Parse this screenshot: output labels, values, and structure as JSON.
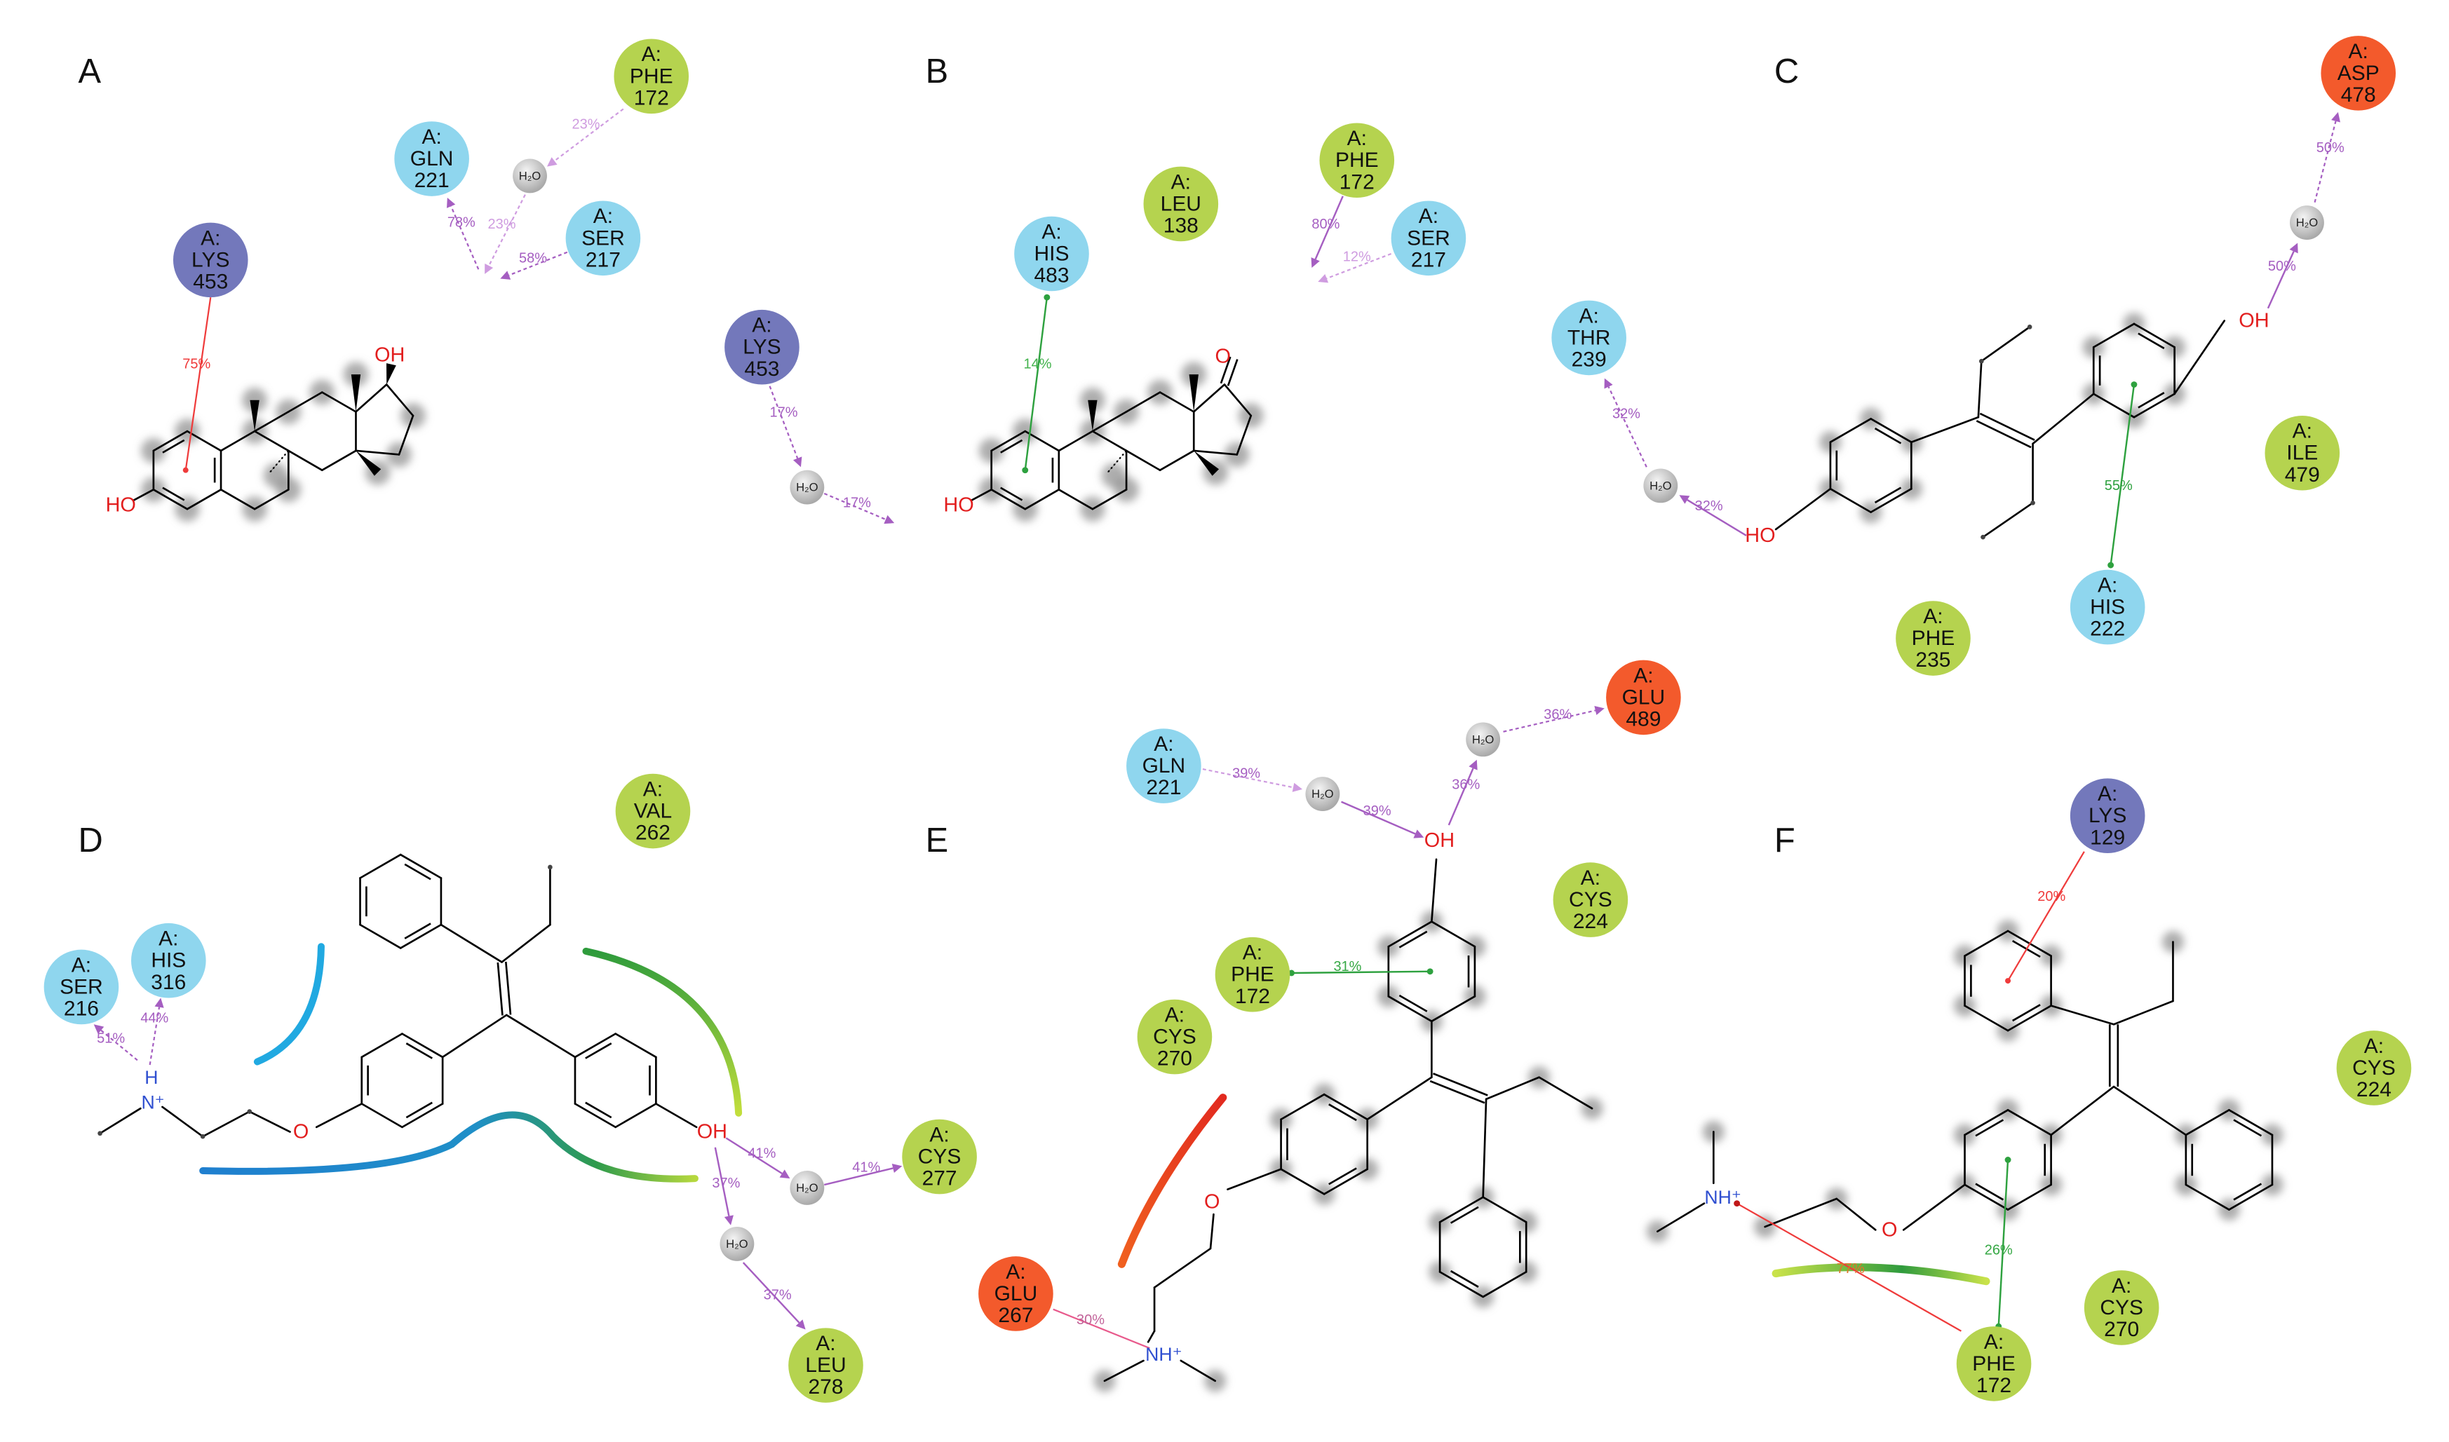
{
  "colors": {
    "hydrophobic": "#b5d34f",
    "polar": "#8fd6ee",
    "positive": "#7378bb",
    "negative": "#f35a2c",
    "hbond": "#a55ec1",
    "hbond_light": "#cf9ce0",
    "pi_stack": "#2ea13f",
    "pi_cation": "#ef3b3b",
    "water": "#c9c9c9"
  },
  "panels": [
    {
      "label": "A",
      "residues": [
        {
          "chain": "A:",
          "name": "PHE",
          "num": "172",
          "type": "hydrophobic"
        },
        {
          "chain": "A:",
          "name": "GLN",
          "num": "221",
          "type": "polar"
        },
        {
          "chain": "A:",
          "name": "SER",
          "num": "217",
          "type": "polar"
        },
        {
          "chain": "A:",
          "name": "LYS",
          "num": "453",
          "type": "positive"
        }
      ],
      "atoms": [
        {
          "text": "OH"
        },
        {
          "text": "HO"
        }
      ],
      "waters": [
        {
          "text": "H₂O"
        }
      ],
      "interactions": [
        {
          "kind": "hbond",
          "pct": "23%"
        },
        {
          "kind": "hbond",
          "pct": "23%"
        },
        {
          "kind": "hbond",
          "pct": "78%"
        },
        {
          "kind": "hbond",
          "pct": "58%"
        },
        {
          "kind": "pi_cation",
          "pct": "75%"
        }
      ]
    },
    {
      "label": "B",
      "residues": [
        {
          "chain": "A:",
          "name": "LEU",
          "num": "138",
          "type": "hydrophobic"
        },
        {
          "chain": "A:",
          "name": "PHE",
          "num": "172",
          "type": "hydrophobic"
        },
        {
          "chain": "A:",
          "name": "SER",
          "num": "217",
          "type": "polar"
        },
        {
          "chain": "A:",
          "name": "HIS",
          "num": "483",
          "type": "polar"
        },
        {
          "chain": "A:",
          "name": "LYS",
          "num": "453",
          "type": "positive"
        }
      ],
      "atoms": [
        {
          "text": "O"
        },
        {
          "text": "HO"
        }
      ],
      "waters": [
        {
          "text": "H₂O"
        }
      ],
      "interactions": [
        {
          "kind": "hbond",
          "pct": "80%"
        },
        {
          "kind": "hbond",
          "pct": "12%"
        },
        {
          "kind": "pi_stack",
          "pct": "14%"
        },
        {
          "kind": "hbond",
          "pct": "17%"
        },
        {
          "kind": "hbond",
          "pct": "17%"
        }
      ]
    },
    {
      "label": "C",
      "residues": [
        {
          "chain": "A:",
          "name": "ASP",
          "num": "478",
          "type": "negative"
        },
        {
          "chain": "A:",
          "name": "THR",
          "num": "239",
          "type": "polar"
        },
        {
          "chain": "A:",
          "name": "ILE",
          "num": "479",
          "type": "hydrophobic"
        },
        {
          "chain": "A:",
          "name": "HIS",
          "num": "222",
          "type": "polar"
        },
        {
          "chain": "A:",
          "name": "PHE",
          "num": "235",
          "type": "hydrophobic"
        }
      ],
      "atoms": [
        {
          "text": "OH"
        },
        {
          "text": "HO"
        }
      ],
      "waters": [
        {
          "text": "H₂O"
        },
        {
          "text": "H₂O"
        }
      ],
      "interactions": [
        {
          "kind": "hbond",
          "pct": "50%"
        },
        {
          "kind": "hbond",
          "pct": "50%"
        },
        {
          "kind": "hbond",
          "pct": "32%"
        },
        {
          "kind": "hbond",
          "pct": "32%"
        },
        {
          "kind": "pi_stack",
          "pct": "55%"
        }
      ]
    },
    {
      "label": "D",
      "residues": [
        {
          "chain": "A:",
          "name": "VAL",
          "num": "262",
          "type": "hydrophobic"
        },
        {
          "chain": "A:",
          "name": "HIS",
          "num": "316",
          "type": "polar"
        },
        {
          "chain": "A:",
          "name": "SER",
          "num": "216",
          "type": "polar"
        },
        {
          "chain": "A:",
          "name": "CYS",
          "num": "277",
          "type": "hydrophobic"
        },
        {
          "chain": "A:",
          "name": "LEU",
          "num": "278",
          "type": "hydrophobic"
        }
      ],
      "atoms": [
        {
          "text": "OH"
        },
        {
          "text": "O"
        },
        {
          "text": "N⁺"
        },
        {
          "text": "H"
        }
      ],
      "waters": [
        {
          "text": "H₂O"
        },
        {
          "text": "H₂O"
        }
      ],
      "interactions": [
        {
          "kind": "hbond",
          "pct": "51%"
        },
        {
          "kind": "hbond",
          "pct": "44%"
        },
        {
          "kind": "hbond",
          "pct": "41%"
        },
        {
          "kind": "hbond",
          "pct": "41%"
        },
        {
          "kind": "hbond",
          "pct": "37%"
        },
        {
          "kind": "hbond",
          "pct": "37%"
        }
      ]
    },
    {
      "label": "E",
      "residues": [
        {
          "chain": "A:",
          "name": "GLN",
          "num": "221",
          "type": "polar"
        },
        {
          "chain": "A:",
          "name": "GLU",
          "num": "489",
          "type": "negative"
        },
        {
          "chain": "A:",
          "name": "CYS",
          "num": "224",
          "type": "hydrophobic"
        },
        {
          "chain": "A:",
          "name": "PHE",
          "num": "172",
          "type": "hydrophobic"
        },
        {
          "chain": "A:",
          "name": "CYS",
          "num": "270",
          "type": "hydrophobic"
        },
        {
          "chain": "A:",
          "name": "GLU",
          "num": "267",
          "type": "negative"
        }
      ],
      "atoms": [
        {
          "text": "OH"
        },
        {
          "text": "O"
        },
        {
          "text": "NH⁺"
        }
      ],
      "waters": [
        {
          "text": "H₂O"
        },
        {
          "text": "H₂O"
        }
      ],
      "interactions": [
        {
          "kind": "hbond",
          "pct": "39%"
        },
        {
          "kind": "hbond",
          "pct": "39%"
        },
        {
          "kind": "hbond",
          "pct": "36%"
        },
        {
          "kind": "hbond",
          "pct": "36%"
        },
        {
          "kind": "pi_stack",
          "pct": "31%"
        },
        {
          "kind": "salt_bridge",
          "pct": "30%"
        }
      ]
    },
    {
      "label": "F",
      "residues": [
        {
          "chain": "A:",
          "name": "LYS",
          "num": "129",
          "type": "positive"
        },
        {
          "chain": "A:",
          "name": "CYS",
          "num": "224",
          "type": "hydrophobic"
        },
        {
          "chain": "A:",
          "name": "CYS",
          "num": "270",
          "type": "hydrophobic"
        },
        {
          "chain": "A:",
          "name": "PHE",
          "num": "172",
          "type": "hydrophobic"
        }
      ],
      "atoms": [
        {
          "text": "O"
        },
        {
          "text": "NH⁺"
        }
      ],
      "waters": [],
      "interactions": [
        {
          "kind": "pi_cation",
          "pct": "20%"
        },
        {
          "kind": "pi_stack",
          "pct": "26%"
        },
        {
          "kind": "pi_cation",
          "pct": "77%"
        }
      ]
    }
  ]
}
